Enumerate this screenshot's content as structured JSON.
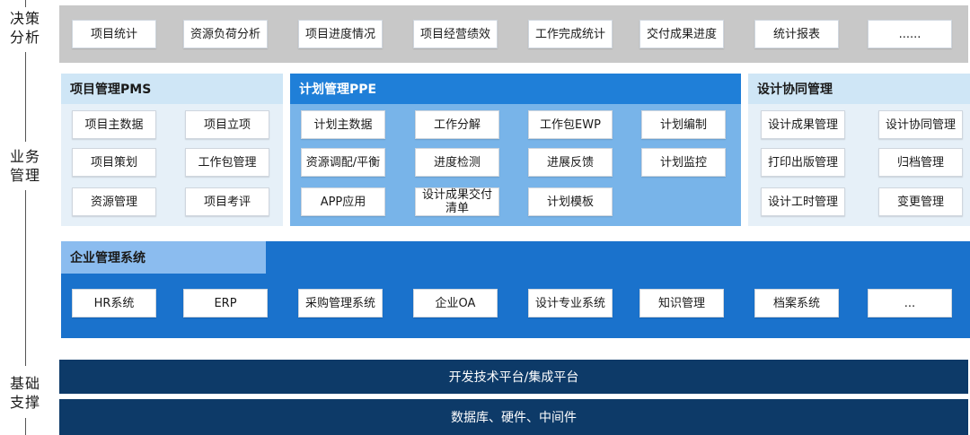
{
  "layers": {
    "decision": "决策\n分析",
    "business": "业务\n管理",
    "foundation": "基础\n支撑"
  },
  "decision_items": [
    "项目统计",
    "资源负荷分析",
    "项目进度情况",
    "项目经营绩效",
    "工作完成统计",
    "交付成果进度",
    "统计报表",
    "......"
  ],
  "pms": {
    "title": "项目管理PMS",
    "items": [
      "项目主数据",
      "项目立项",
      "项目策划",
      "工作包管理",
      "资源管理",
      "项目考评"
    ]
  },
  "ppe": {
    "title": "计划管理PPE",
    "items": [
      "计划主数据",
      "工作分解",
      "工作包EWP",
      "计划编制",
      "资源调配/平衡",
      "进度检测",
      "进展反馈",
      "计划监控",
      "APP应用",
      "设计成果交付\n清单",
      "计划模板"
    ]
  },
  "design": {
    "title": "设计协同管理",
    "items": [
      "设计成果管理",
      "设计协同管理",
      "打印出版管理",
      "归档管理",
      "设计工时管理",
      "变更管理"
    ]
  },
  "enterprise": {
    "title": "企业管理系统",
    "items": [
      "HR系统",
      "ERP",
      "采购管理系统",
      "企业OA",
      "设计专业系统",
      "知识管理",
      "档案系统",
      "..."
    ]
  },
  "foundation_bars": [
    "开发技术平台/集成平台",
    "数据库、硬件、中间件"
  ],
  "colors": {
    "decision_bg": "#c8c8c8",
    "pms_title": "#cfe6f6",
    "pms_bg": "#e6f0f8",
    "ppe_title": "#1f7fd8",
    "ppe_bg": "#78b4e9",
    "design_title": "#cfe6f6",
    "design_bg": "#e6f0f8",
    "enterprise_bg": "#1a72cc",
    "enterprise_title": "#8bbcef",
    "foundation": "#0d3a68"
  }
}
